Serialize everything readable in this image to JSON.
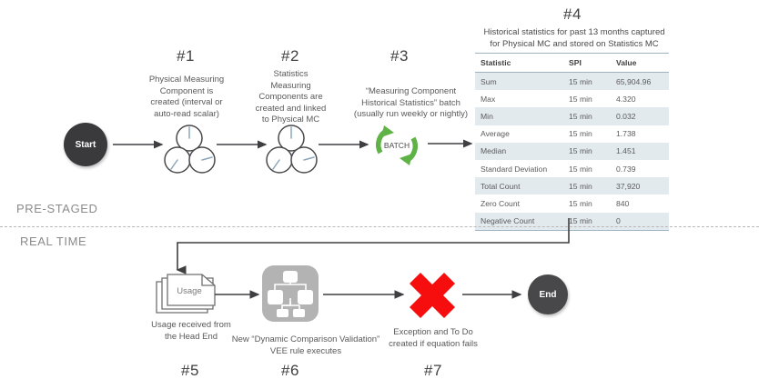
{
  "diagram": {
    "title_nodes": {
      "start": "Start",
      "end": "End"
    },
    "bands": {
      "pre_staged": "PRE-STAGED",
      "real_time": "REAL TIME"
    },
    "steps": [
      {
        "id": "#1",
        "caption": "Physical Measuring\nComponent is\ncreated (interval  or\nauto-read scalar)",
        "icon": "meters-icon"
      },
      {
        "id": "#2",
        "caption": "Statistics\nMeasuring\nComponents are\ncreated and linked\nto Physical MC",
        "icon": "meters-icon"
      },
      {
        "id": "#3",
        "caption": "“Measuring Component\nHistorical Statistics” batch\n(usually run weekly or nightly)",
        "icon": "batch-recycle-icon",
        "icon_label": "BATCH"
      },
      {
        "id": "#4",
        "caption": "Historical statistics for past 13 months captured\nfor Physical MC and stored on Statistics MC",
        "icon": "statistics-table"
      },
      {
        "id": "#5",
        "caption": "Usage received from\nthe Head End",
        "icon": "usage-documents-icon",
        "icon_label": "Usage"
      },
      {
        "id": "#6",
        "caption": "New “Dynamic Comparison Validation”\nVEE rule executes",
        "icon": "vee-rule-icon"
      },
      {
        "id": "#7",
        "caption": "Exception and To Do\ncreated if equation fails",
        "icon": "red-x-icon"
      }
    ],
    "step_labels": {
      "s1": "#1",
      "s2": "#2",
      "s3": "#3",
      "s4": "#4",
      "s5": "#5",
      "s6": "#6",
      "s7": "#7"
    },
    "captions": {
      "c1_l1": "Physical Measuring",
      "c1_l2": "Component is",
      "c1_l3": "created (interval  or",
      "c1_l4": "auto-read scalar)",
      "c2_l1": "Statistics",
      "c2_l2": "Measuring",
      "c2_l3": "Components are",
      "c2_l4": "created and linked",
      "c2_l5": "to Physical MC",
      "c3_l1": "“Measuring Component",
      "c3_l2": "Historical Statistics” batch",
      "c3_l3": "(usually run weekly or nightly)",
      "c4_l1": "Historical statistics for past 13 months captured",
      "c4_l2": "for Physical MC and stored on Statistics MC",
      "c5_l1": "Usage received from",
      "c5_l2": "the Head End",
      "c6_l1": "New “Dynamic Comparison Validation”",
      "c6_l2": "VEE rule executes",
      "c7_l1": "Exception and To Do",
      "c7_l2": "created if equation fails"
    },
    "icon_labels": {
      "batch": "BATCH",
      "usage": "Usage"
    }
  },
  "chart_data": {
    "type": "table",
    "title": "Historical statistics for past 13 months captured for Physical MC and stored on Statistics MC",
    "columns": [
      "Statistic",
      "SPI",
      "Value"
    ],
    "rows": [
      [
        "Sum",
        "15 min",
        "65,904.96"
      ],
      [
        "Max",
        "15 min",
        "4.320"
      ],
      [
        "Min",
        "15 min",
        "0.032"
      ],
      [
        "Average",
        "15 min",
        "1.738"
      ],
      [
        "Median",
        "15 min",
        "1.451"
      ],
      [
        "Standard Deviation",
        "15 min",
        "0.739"
      ],
      [
        "Total Count",
        "15 min",
        "37,920"
      ],
      [
        "Zero Count",
        "15 min",
        "840"
      ],
      [
        "Negative Count",
        "15 min",
        "0"
      ]
    ]
  },
  "colors": {
    "node_dark": "#3a3a3c",
    "node_end": "#48484a",
    "batch_green": "#5fb246",
    "error_red": "#f60d0d",
    "vee_gray": "#b3b3b3",
    "table_band": "#e3eaee",
    "table_rule": "#9fb4c2",
    "text_gray": "#59595b",
    "divider_gray": "#b8b8b8",
    "needle_blue": "#8aa8bd"
  }
}
